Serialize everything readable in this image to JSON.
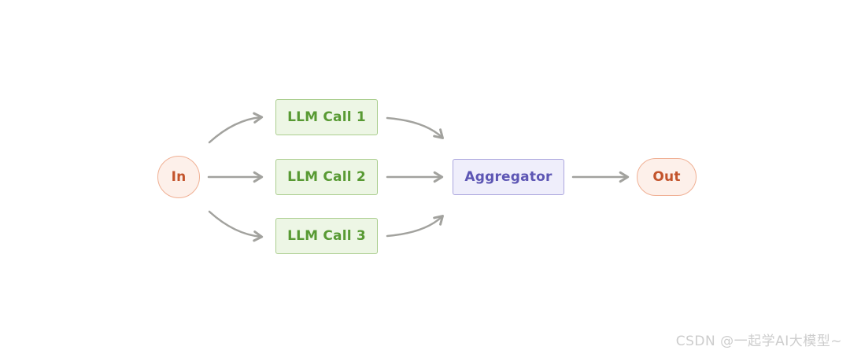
{
  "diagram": {
    "title": "parallelization-workflow",
    "nodes": {
      "in": {
        "label": "In"
      },
      "llm_call_1": {
        "label": "LLM Call 1"
      },
      "llm_call_2": {
        "label": "LLM Call 2"
      },
      "llm_call_3": {
        "label": "LLM Call 3"
      },
      "aggregator": {
        "label": "Aggregator"
      },
      "out": {
        "label": "Out"
      }
    },
    "edges": [
      {
        "from": "in",
        "to": "llm_call_1"
      },
      {
        "from": "in",
        "to": "llm_call_2"
      },
      {
        "from": "in",
        "to": "llm_call_3"
      },
      {
        "from": "llm_call_1",
        "to": "aggregator"
      },
      {
        "from": "llm_call_2",
        "to": "aggregator"
      },
      {
        "from": "llm_call_3",
        "to": "aggregator"
      },
      {
        "from": "aggregator",
        "to": "out"
      }
    ],
    "colors": {
      "terminal_text": "#c3542c",
      "terminal_border": "#f0b094",
      "terminal_fill": "#fdf0ea",
      "llm_text": "#589a33",
      "llm_border": "#abce8f",
      "llm_fill": "#edf6e5",
      "aggregator_text": "#5d56b4",
      "aggregator_border": "#aba6de",
      "aggregator_fill": "#efeefb",
      "arrow": "#a2a29e",
      "watermark": "#cdcdcd"
    }
  },
  "watermark": {
    "text": "CSDN @一起学AI大模型~"
  }
}
